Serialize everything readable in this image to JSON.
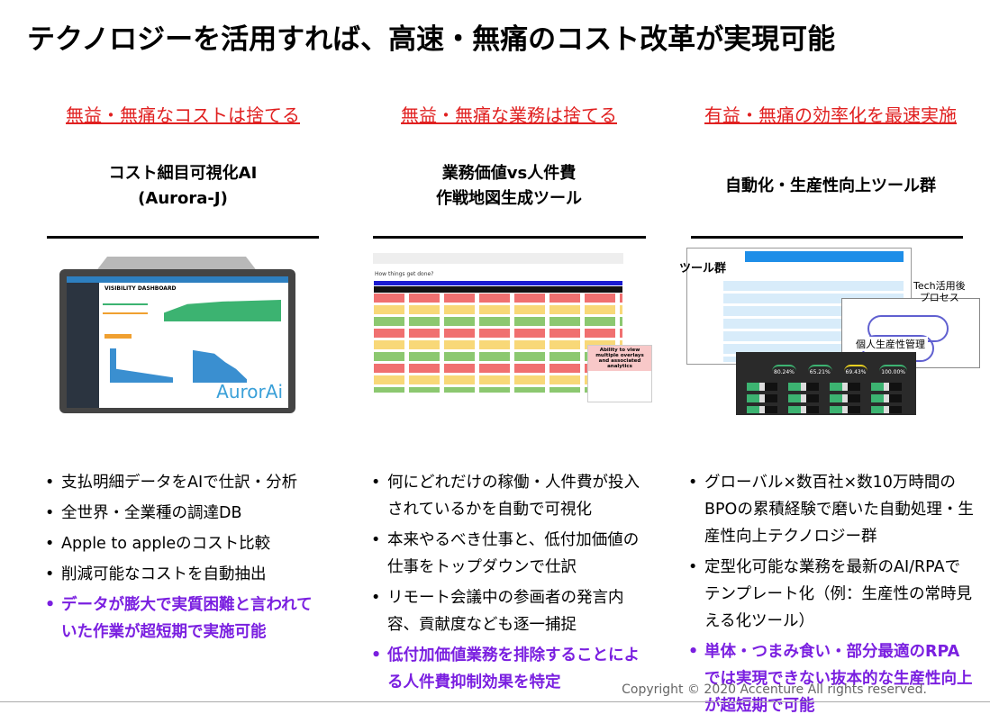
{
  "title": "テクノロジーを活用すれば、高速・無痛のコスト改革が実現可能",
  "columns": [
    {
      "heading": "無益・無痛なコストは捨てる",
      "subtitle": [
        "コスト細目可視化AI",
        "(Aurora-J)"
      ],
      "image": {
        "dashboard_title": "VISIBILITY DASHBOARD",
        "logo": "AurorAi"
      },
      "bullets": [
        "支払明細データをAIで仕訳・分析",
        "全世界・全業種の調達DB",
        "Apple to appleのコスト比較",
        "削減可能なコストを自動抽出"
      ],
      "highlight": "データが膨大で実質困難と言われていた作業が超短期で実施可能"
    },
    {
      "heading": "無益・無痛な業務は捨てる",
      "subtitle": [
        "業務価値vs人件費",
        "作戦地図生成ツール"
      ],
      "image": {
        "question": "How things get done?",
        "callout": "Ability to view multiple overlays and associated analytics"
      },
      "bullets": [
        "何にどれだけの稼働・人件費が投入されているかを自動で可視化",
        "本来やるべき仕事と、低付加価値の仕事をトップダウンで仕訳",
        "リモート会議中の参画者の発言内容、貢献度なども逐一捕捉"
      ],
      "highlight": "低付加価値業務を排除することによる人件費抑制効果を特定"
    },
    {
      "heading": "有益・無痛の効率化を最速実施",
      "subtitle": [
        "自動化・生産性向上ツール群"
      ],
      "image": {
        "label_tools": "ツール群",
        "label_tech": "Tech活用後\nプロセス",
        "label_productivity": "個人生産性管理",
        "gauges": [
          "80.24%",
          "65.21%",
          "69.43%",
          "100.00%"
        ]
      },
      "bullets": [
        "グローバル×数百社×数10万時間のBPOの累積経験で磨いた自動処理・生産性向上テクノロジー群",
        "定型化可能な業務を最新のAI/RPAでテンプレート化（例：生産性の常時見える化ツール）"
      ],
      "highlight": "単体・つまみ食い・部分最適のRPAでは実現できない抜本的な生産性向上が超短期で可能"
    }
  ],
  "footer": "Copyright © 2020 Accenture  All rights reserved.",
  "colors": {
    "red": "#e02020",
    "purple": "#7a1fe0"
  }
}
